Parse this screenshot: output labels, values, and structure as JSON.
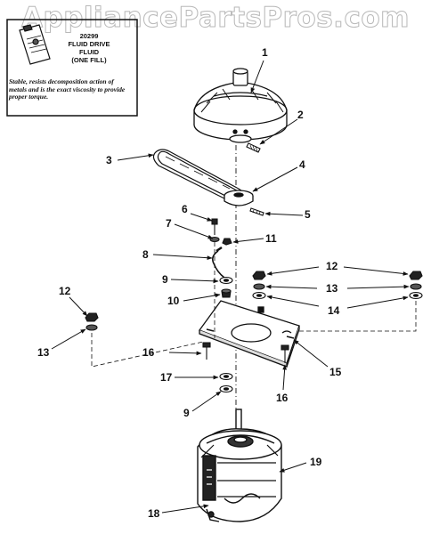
{
  "watermark": "AppliancePartsPros.com",
  "fluid_box": {
    "part_number": "20299",
    "line1": "FLUID DRIVE",
    "line2": "FLUID",
    "line3": "(ONE FILL)",
    "description": "Stable, resists decomposition action of metals and is the exact viscosity to provide proper torque."
  },
  "callouts": {
    "c1": "1",
    "c2": "2",
    "c3": "3",
    "c4": "4",
    "c5": "5",
    "c6": "6",
    "c7": "7",
    "c8": "8",
    "c9a": "9",
    "c9b": "9",
    "c10": "10",
    "c11": "11",
    "c12a": "12",
    "c12b": "12",
    "c13a": "13",
    "c13b": "13",
    "c14": "14",
    "c15": "15",
    "c16a": "16",
    "c16b": "16",
    "c17": "17",
    "c18": "18",
    "c19": "19"
  }
}
